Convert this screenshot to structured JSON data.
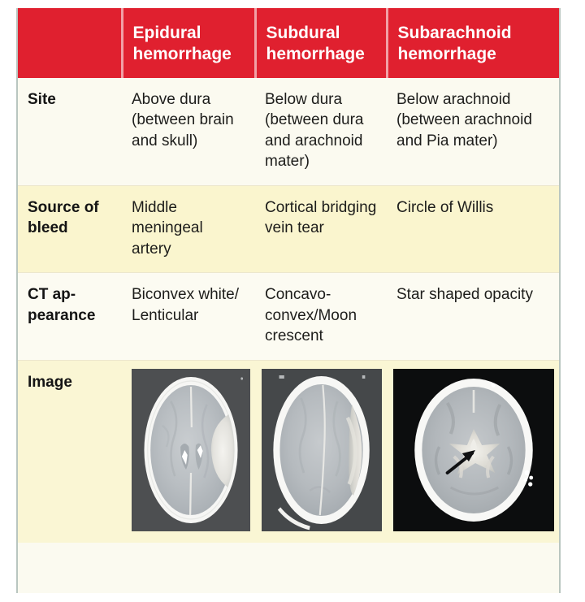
{
  "table": {
    "headers": [
      {
        "label": ""
      },
      {
        "label": "Epidural hemorrhage"
      },
      {
        "label": "Subdural hemorrhage"
      },
      {
        "label": "Subarachnoid hemorrhage"
      }
    ],
    "rows": [
      {
        "label": "Site",
        "epidural": "Above dura (between brain and skull)",
        "subdural": "Below dura (between dura and arachnoid mater)",
        "subarachnoid": "Below arachnoid (between arachnoid and Pia mater)"
      },
      {
        "label": "Source of bleed",
        "epidural": "Middle meningeal artery",
        "subdural": "Cortical bridging vein tear",
        "subarachnoid": "Circle of Willis"
      },
      {
        "label": "CT ap-pearance",
        "epidural": "Biconvex white/ Lenticular",
        "subdural": "Concavo-convex/Moon crescent",
        "subarachnoid": "Star shaped opacity"
      },
      {
        "label": "Image",
        "epidural": "axial-head-ct-epidural-hematoma-scan",
        "subdural": "axial-head-ct-subdural-hematoma-scan",
        "subarachnoid": "axial-head-ct-subarachnoid-hemorrhage-scan"
      }
    ]
  },
  "colors": {
    "header_background": "#e0202f",
    "header_text": "#ffffff",
    "row_cream": "#fbfaf0",
    "row_yellow": "#faf5ce",
    "image_row": "#faf6d4",
    "border": "#b9c6c0",
    "body_text": "#1d1d1b"
  }
}
